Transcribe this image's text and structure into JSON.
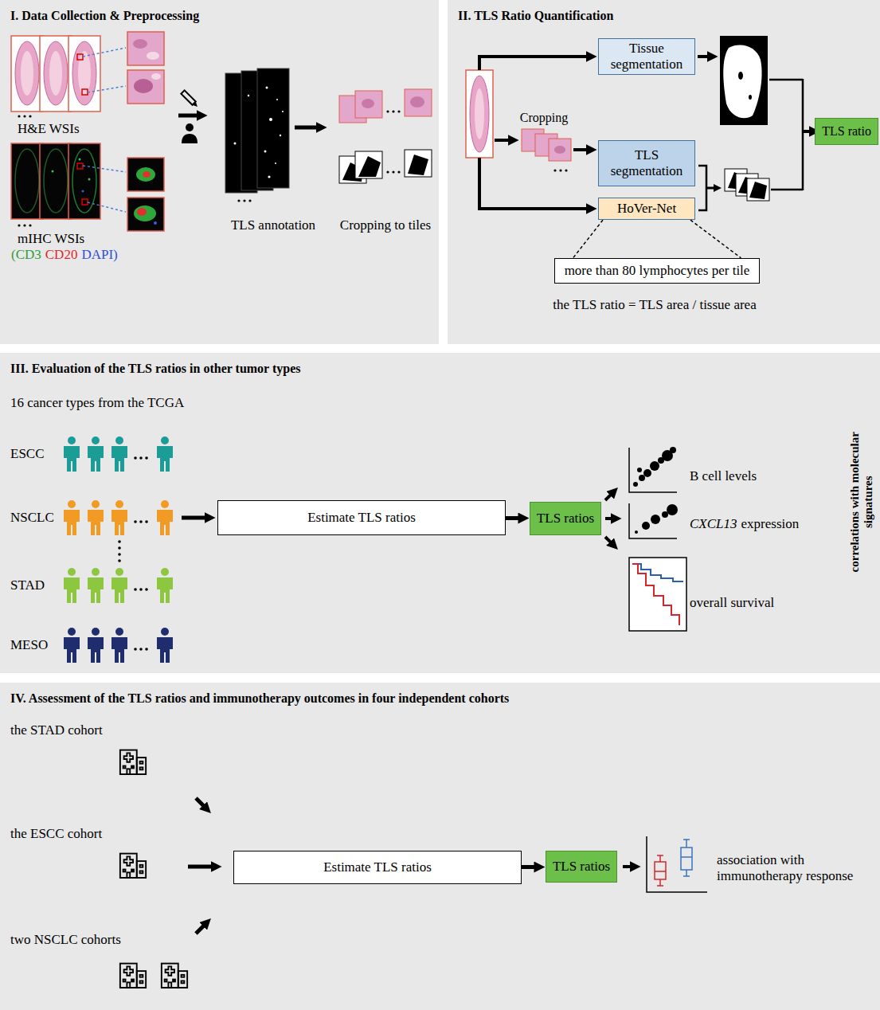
{
  "diagram": {
    "nodes": [
      {
        "text": [
          "I. Data Collection & Preprocessing"
        ]
      },
      {
        "text": [
          "II. TLS Ratio Quantification"
        ]
      },
      {
        "text": [
          "Tissue segmentation"
        ],
        "in": 1
      },
      {
        "text": [
          "TLS segmentation"
        ],
        "in": 1
      },
      {
        "text": [
          "HoVer-Net"
        ],
        "in": 1
      },
      {
        "text": [
          "more than 80 lymphocytes per tile"
        ],
        "in": 1
      },
      {
        "text": [
          "TLS ratio"
        ],
        "in": 1
      },
      {
        "text": [
          "III. Evaluation of the TLS ratios in other tumor types"
        ]
      },
      {
        "text": [
          "Estimate TLS ratios"
        ],
        "in": 7
      },
      {
        "text": [
          "TLS ratios"
        ],
        "in": 7
      },
      {
        "text": [
          "IV. Assessment of the TLS ratios and immunotherapy outcomes in four independent cohorts"
        ]
      },
      {
        "text": [
          "Estimate TLS ratios"
        ],
        "in": 10
      },
      {
        "text": [
          "TLS ratios"
        ],
        "in": 10
      }
    ],
    "edges": [
      {
        "from": 4,
        "to": 5,
        "arrow": "none"
      },
      {
        "from": 8,
        "to": 9,
        "arrow": "to"
      },
      {
        "from": 11,
        "to": 12,
        "arrow": "to"
      }
    ],
    "labels": [
      "H&E WSIs",
      "mIHC WSIs",
      "(CD3",
      "CD20",
      "DAPI)",
      "TLS annotation",
      "Cropping to tiles",
      "Cropping",
      "the TLS ratio = TLS area / tissue area",
      "16 cancer types from the TCGA",
      "ESCC",
      "NSCLC",
      "STAD",
      "MESO",
      "B cell levels",
      "CXCL13",
      "expression",
      "overall survival",
      "correlations with molecular signatures",
      "the STAD cohort",
      "the ESCC cohort",
      "two NSCLC cohorts",
      "association with immunotherapy response"
    ]
  }
}
